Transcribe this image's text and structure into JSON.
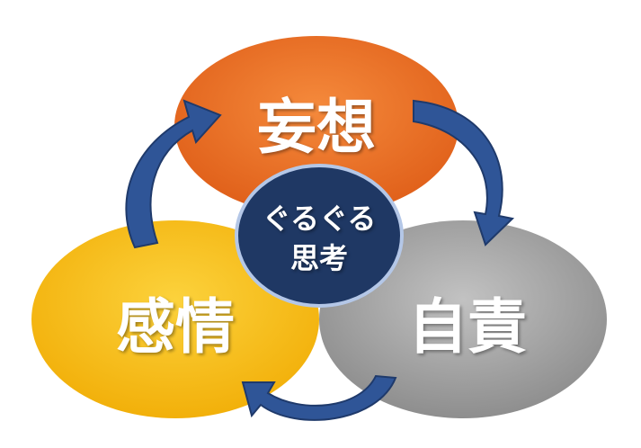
{
  "top": {
    "label": "妄想",
    "color": "#ee6c24"
  },
  "left": {
    "label": "感情",
    "color": "#f7b80e"
  },
  "right": {
    "label": "自責",
    "color": "#a0a0a0"
  },
  "center": {
    "line1": "ぐるぐる",
    "line2": "思考",
    "color": "#1f3864"
  },
  "arrow_color": "#2f5597"
}
